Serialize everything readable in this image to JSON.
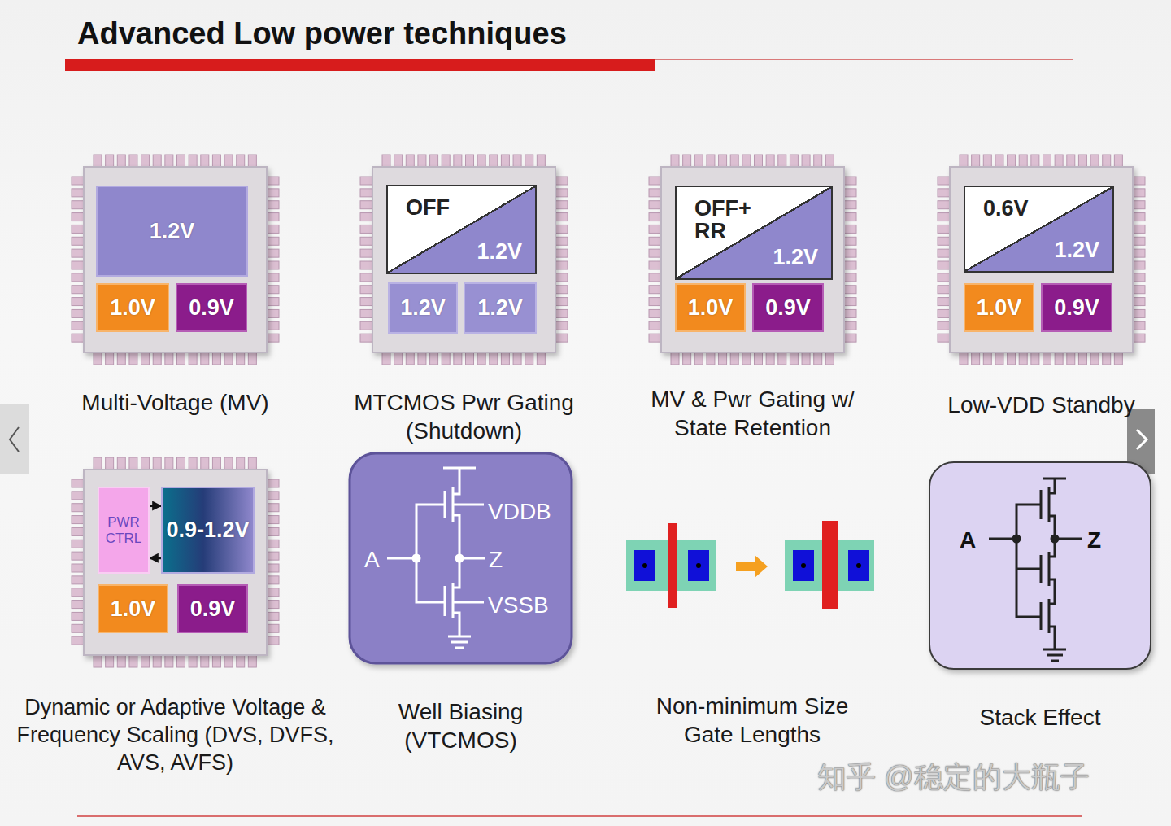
{
  "diagram": {
    "title": "Advanced Low power techniques",
    "nodes": [
      {
        "text": [
          "Multi-Voltage (MV)"
        ]
      },
      {
        "text": [
          "1.2V"
        ],
        "in": 0
      },
      {
        "text": [
          "1.0V"
        ],
        "in": 0
      },
      {
        "text": [
          "0.9V"
        ],
        "in": 0
      },
      {
        "text": [
          "MTCMOS Pwr Gating (Shutdown)"
        ]
      },
      {
        "text": [
          "OFF",
          "1.2V"
        ],
        "in": 4
      },
      {
        "text": [
          "1.2V"
        ],
        "in": 4
      },
      {
        "text": [
          "1.2V"
        ],
        "in": 4
      },
      {
        "text": [
          "MV & Pwr Gating w/ State Retention"
        ]
      },
      {
        "text": [
          "OFF+ RR",
          "1.2V"
        ],
        "in": 8
      },
      {
        "text": [
          "1.0V"
        ],
        "in": 8
      },
      {
        "text": [
          "0.9V"
        ],
        "in": 8
      },
      {
        "text": [
          "Low-VDD Standby"
        ]
      },
      {
        "text": [
          "0.6V",
          "1.2V"
        ],
        "in": 12
      },
      {
        "text": [
          "1.0V"
        ],
        "in": 12
      },
      {
        "text": [
          "0.9V"
        ],
        "in": 12
      },
      {
        "text": [
          "Dynamic or Adaptive Voltage & Frequency Scaling (DVS, DVFS, AVS, AVFS)"
        ]
      },
      {
        "text": [
          "PWR CTRL"
        ],
        "in": 16
      },
      {
        "text": [
          "0.9-1.2V"
        ],
        "in": 16
      },
      {
        "text": [
          "1.0V"
        ],
        "in": 16
      },
      {
        "text": [
          "0.9V"
        ],
        "in": 16
      },
      {
        "text": [
          "Well Biasing (VTCMOS)"
        ]
      },
      {
        "text": [
          "Stack Effect"
        ]
      }
    ],
    "edges": [
      {
        "from": 17,
        "to": 18,
        "arrow": "to"
      },
      {
        "from": 18,
        "to": 17,
        "arrow": "to"
      }
    ],
    "labels": [
      "VDDB",
      "A",
      "Z",
      "VSSB",
      "Non-minimum Size Gate Lengths",
      "A",
      "Z",
      "知乎 @稳定的大瓶子"
    ]
  }
}
